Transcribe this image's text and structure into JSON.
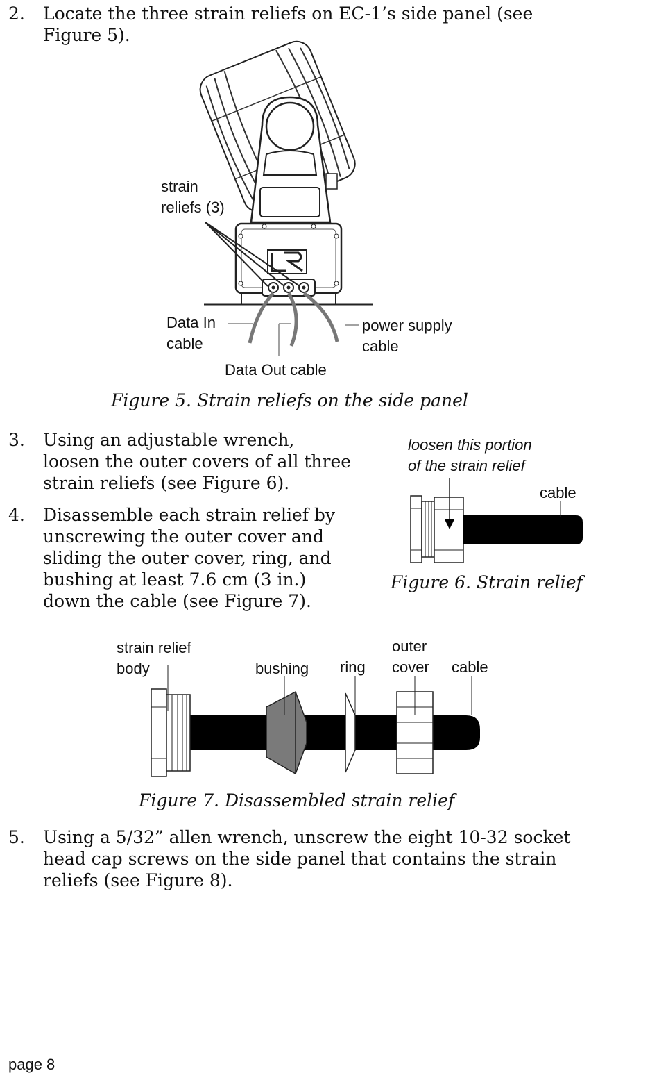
{
  "steps": [
    {
      "num": "2.",
      "lines": [
        "Locate the three strain reliefs on EC-1’s side panel (see",
        "Figure 5)."
      ]
    },
    {
      "num": "3.",
      "lines": [
        "Using an adjustable wrench,",
        "loosen the outer covers of all three",
        "strain reliefs (see Figure 6)."
      ]
    },
    {
      "num": "4.",
      "lines": [
        "Disassemble each strain relief by",
        "unscrewing the outer cover and",
        "sliding the outer cover, ring, and",
        "bushing at least 7.6 cm (3 in.)",
        "down the cable (see Figure 7)."
      ]
    },
    {
      "num": "5.",
      "lines": [
        "Using a 5/32” allen wrench, unscrew the eight 10-32 socket",
        "head cap screws on the side panel that contains the strain",
        "reliefs (see Figure 8)."
      ]
    }
  ],
  "figure5": {
    "caption": "Figure 5.  Strain reliefs on the side panel",
    "labels": {
      "strain_reliefs": [
        "strain",
        "reliefs (3)"
      ],
      "data_in": [
        "Data In",
        "cable"
      ],
      "data_out": "Data Out cable",
      "power": [
        "power supply",
        "cable"
      ]
    },
    "logo_text": "LR"
  },
  "figure6": {
    "caption": "Figure 6.  Strain relief",
    "labels": {
      "loosen": [
        "loosen this portion",
        "of the strain relief"
      ],
      "cable": "cable"
    }
  },
  "figure7": {
    "caption": "Figure 7.  Disassembled strain relief",
    "labels": {
      "body": [
        "strain relief",
        "body"
      ],
      "bushing": "bushing",
      "ring": "ring",
      "outer_cover": [
        "outer",
        "cover"
      ],
      "cable": "cable"
    }
  },
  "footer": {
    "page": "page 8"
  }
}
